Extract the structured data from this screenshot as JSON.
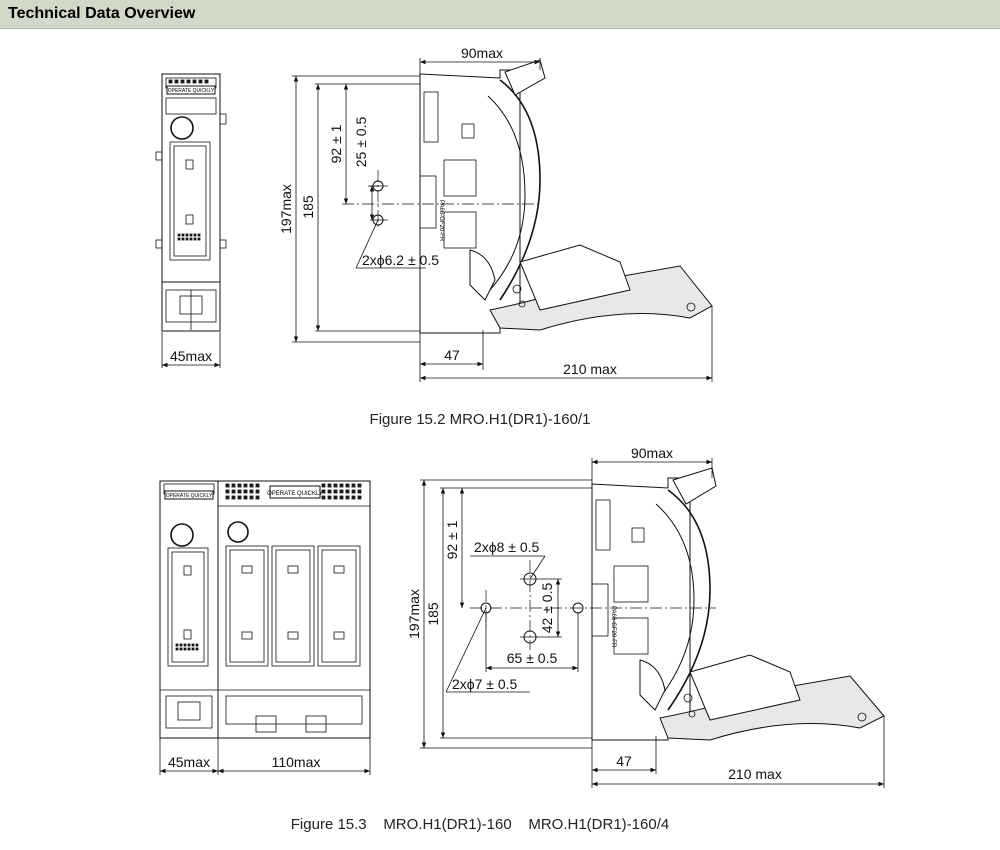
{
  "header": {
    "title": "Technical Data Overview"
  },
  "figure1": {
    "caption": "Figure 15.2 MRO.H1(DR1)-160/1",
    "front_label": "OPERATE QUICKLY",
    "side_label": "PA66-GF20-FR",
    "dims": {
      "width_front": "45max",
      "depth": "90max",
      "height_total": "197max",
      "height_body": "185",
      "hole_offset": "92 ± 1",
      "hole_spacing": "25 ± 0.5",
      "hole_dia": "2xϕ6.2 ± 0.5",
      "base_depth": "47",
      "open_depth": "210 max"
    }
  },
  "figure2": {
    "caption": "Figure 15.3    MRO.H1(DR1)-160    MRO.H1(DR1)-160/4",
    "front_label": "OPERATE QUICKLY",
    "side_label": "PA66-GF20-FR",
    "dims": {
      "width_single": "45max",
      "width_multi": "110max",
      "depth": "90max",
      "height_total": "197max",
      "height_body": "185",
      "hole_offset": "92 ± 1",
      "hole_dia_large": "2xϕ8 ± 0.5",
      "hole_vert": "42 ± 0.5",
      "hole_horiz": "65 ± 0.5",
      "hole_dia_small": "2xϕ7 ± 0.5",
      "base_depth": "47",
      "open_depth": "210 max"
    }
  }
}
